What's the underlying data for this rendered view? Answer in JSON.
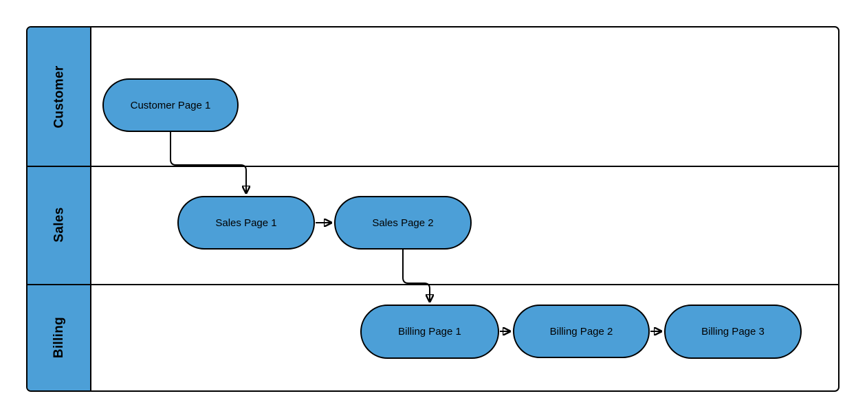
{
  "diagram": {
    "type": "swimlane-flowchart",
    "lanes": [
      {
        "id": "customer",
        "label": "Customer"
      },
      {
        "id": "sales",
        "label": "Sales"
      },
      {
        "id": "billing",
        "label": "Billing"
      }
    ],
    "nodes": [
      {
        "id": "customer-page-1",
        "lane": "customer",
        "label": "Customer Page 1"
      },
      {
        "id": "sales-page-1",
        "lane": "sales",
        "label": "Sales Page 1"
      },
      {
        "id": "sales-page-2",
        "lane": "sales",
        "label": "Sales Page 2"
      },
      {
        "id": "billing-page-1",
        "lane": "billing",
        "label": "Billing Page 1"
      },
      {
        "id": "billing-page-2",
        "lane": "billing",
        "label": "Billing Page 2"
      },
      {
        "id": "billing-page-3",
        "lane": "billing",
        "label": "Billing Page 3"
      }
    ],
    "edges": [
      {
        "from": "customer-page-1",
        "to": "sales-page-1",
        "style": "elbow-down"
      },
      {
        "from": "sales-page-1",
        "to": "sales-page-2",
        "style": "straight-right"
      },
      {
        "from": "sales-page-2",
        "to": "billing-page-1",
        "style": "elbow-down"
      },
      {
        "from": "billing-page-1",
        "to": "billing-page-2",
        "style": "straight-right"
      },
      {
        "from": "billing-page-2",
        "to": "billing-page-3",
        "style": "straight-right"
      }
    ],
    "colors": {
      "shape_fill": "#4C9FD7",
      "lane_header_fill": "#4C9FD7",
      "shape_border": "#000000",
      "text": "#000000",
      "background": "#FFFFFF"
    }
  }
}
